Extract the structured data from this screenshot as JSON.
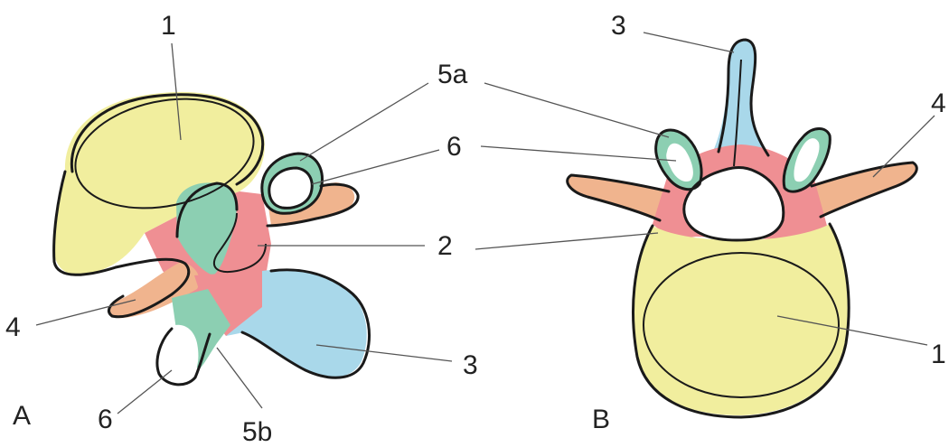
{
  "colors": {
    "body": "#f1ee9e",
    "pedicle": "#ef8f93",
    "spinous": "#a9d8ea",
    "transverse": "#f0b48e",
    "facet": "#8ccfb2",
    "outline": "#1a1a1a"
  },
  "view_a": {
    "panel_label": "A",
    "labels": {
      "l1": "1",
      "l5a": "5a",
      "l6_top": "6",
      "l2": "2",
      "l4": "4",
      "l3": "3",
      "l6_bottom": "6",
      "l5b": "5b"
    }
  },
  "view_b": {
    "panel_label": "B",
    "labels": {
      "l3": "3",
      "l5a": "5a",
      "l6": "6",
      "l4": "4",
      "l2": "2",
      "l1": "1"
    }
  }
}
